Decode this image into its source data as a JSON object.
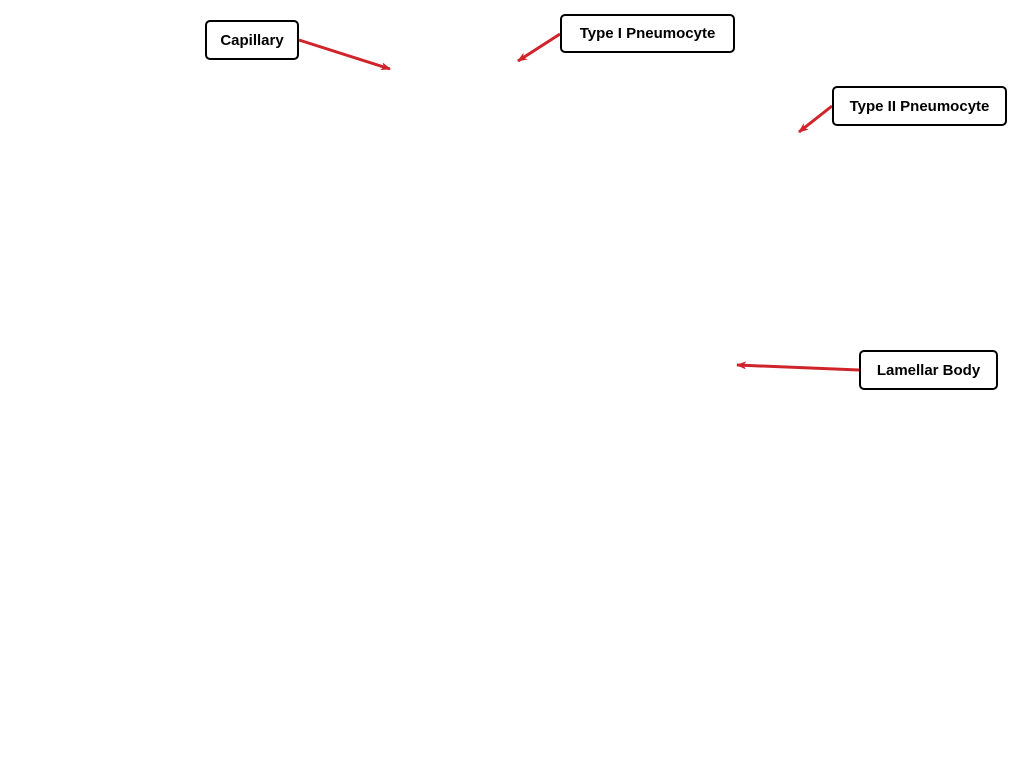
{
  "colors": {
    "arrow": "#d0242b",
    "box_border": "#000000",
    "background": "#ffffff"
  },
  "labels": {
    "capillary": "Capillary",
    "type1": "Type I Pneumocyte",
    "type2": "Type II Pneumocyte",
    "lamellar": "Lamellar Body"
  }
}
